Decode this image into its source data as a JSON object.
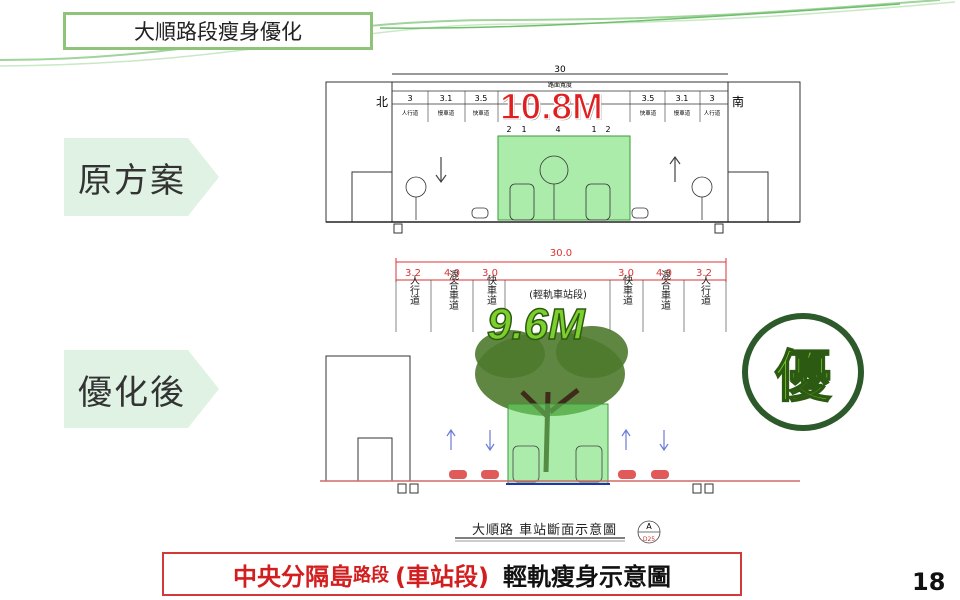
{
  "title": "大順路段瘦身優化",
  "page_number": "18",
  "labels": {
    "original": "原方案",
    "optimized": "優化後",
    "badge": "優"
  },
  "original_section": {
    "total": "30",
    "total_sub": "路面寬度",
    "north": "北",
    "south": "南",
    "top_dims": [
      "3",
      "3.1",
      "3.5",
      "",
      "3.5",
      "3.1",
      "3"
    ],
    "lane_names": [
      "人行道",
      "慢車道",
      "快車道",
      "快車道",
      "慢車道",
      "人行道"
    ],
    "center_dims": [
      "2",
      "1",
      "4",
      "1",
      "2"
    ],
    "highlight_width": "10.8M"
  },
  "optimized_section": {
    "total": "30.0",
    "dims": [
      "3.2",
      "4.0",
      "3.0",
      "3.0",
      "4.0",
      "3.2"
    ],
    "lanes": [
      "人行道",
      "混合車道",
      "快車道",
      "(輕軌車站段)",
      "快車道",
      "混合車道",
      "人行道"
    ],
    "highlight_width": "9.6M"
  },
  "plan_caption": "大順路 車站斷面示意圖",
  "plan_tag": "A",
  "plan_tag_sub": "D25",
  "caption": {
    "part1": "中央分隔島",
    "part2": "路段",
    "part3": "(車站段)",
    "part4": "輕軌瘦身示意圖"
  }
}
